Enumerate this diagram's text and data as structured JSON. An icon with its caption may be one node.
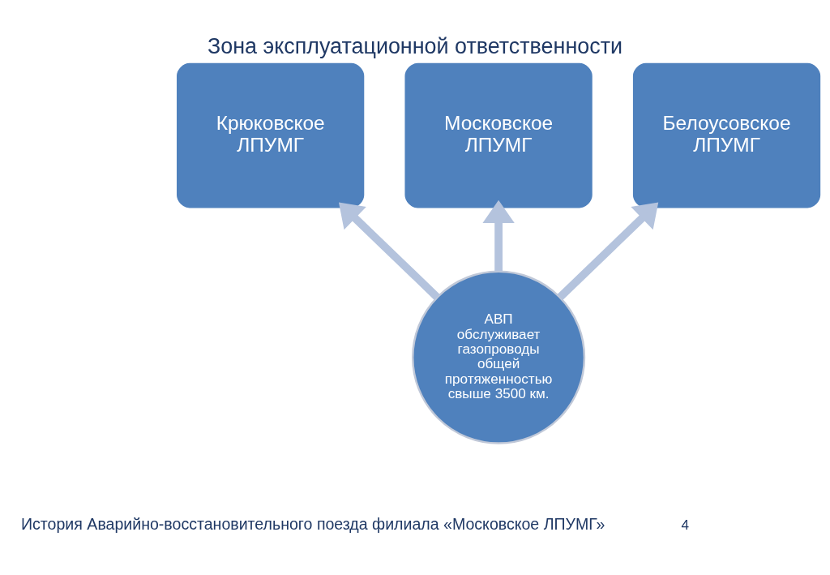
{
  "diagram": {
    "title": "Зона эксплуатационной ответственности",
    "caption": "История Аварийно-восстановительного поезда филиала «Московское ЛПУМГ»",
    "nodes": [
      {
        "text": [
          "Московское ЛПУМГ"
        ]
      },
      {
        "text": [
          "Крюковское ЛПУМГ"
        ]
      },
      {
        "text": [
          "Белоусовское ЛПУМГ"
        ]
      },
      {
        "text": [
          "АВП обслуживает газопроводы общей протяженностью свыше 3500 км."
        ]
      }
    ],
    "edges": [
      {
        "from": 3,
        "to": 0,
        "arrow": "to"
      },
      {
        "from": 3,
        "to": 1,
        "arrow": "to"
      },
      {
        "from": 3,
        "to": 2,
        "arrow": "to"
      }
    ],
    "labels": [
      "4"
    ]
  }
}
